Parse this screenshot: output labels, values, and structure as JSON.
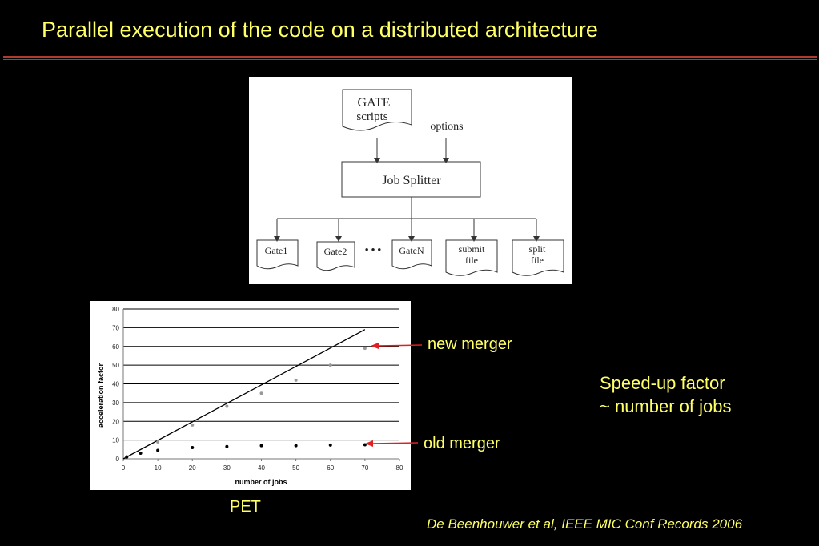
{
  "slide": {
    "title": "Parallel execution of the code on a distributed architecture",
    "speedup_line1": "Speed-up factor",
    "speedup_line2": "~ number of jobs",
    "pet_label": "PET",
    "citation": "De Beenhouwer et al, IEEE MIC Conf Records 2006",
    "new_merger_label": "new merger",
    "old_merger_label": "old merger",
    "accent_color": "#ffff66",
    "rule_color": "#b03a2e"
  },
  "diagram": {
    "gate_scripts_line1": "GATE",
    "gate_scripts_line2": "scripts",
    "options": "options",
    "job_splitter": "Job Splitter",
    "gate1": "Gate1",
    "gate2": "Gate2",
    "ellipsis": "• • •",
    "gaten": "GateN",
    "submit_line1": "submit",
    "submit_line2": "file",
    "split_line1": "split",
    "split_line2": "file"
  },
  "chart_data": {
    "type": "scatter",
    "xlabel": "number of jobs",
    "ylabel": "acceleration factor",
    "xlim": [
      0,
      80
    ],
    "ylim": [
      0,
      80
    ],
    "x_ticks": [
      "0",
      "10",
      "20",
      "30",
      "40",
      "50",
      "60",
      "70",
      "80"
    ],
    "y_ticks": [
      "0",
      "10",
      "20",
      "30",
      "40",
      "50",
      "60",
      "70",
      "80"
    ],
    "grid": "horizontal",
    "series": [
      {
        "name": "new merger",
        "color": "#999999",
        "points": [
          [
            1,
            1
          ],
          [
            10,
            9
          ],
          [
            20,
            18
          ],
          [
            30,
            28
          ],
          [
            40,
            35
          ],
          [
            50,
            42
          ],
          [
            60,
            50
          ],
          [
            70,
            59
          ]
        ]
      },
      {
        "name": "old merger",
        "color": "#000000",
        "points": [
          [
            1,
            1
          ],
          [
            5,
            3
          ],
          [
            10,
            4.5
          ],
          [
            20,
            6
          ],
          [
            30,
            6.5
          ],
          [
            40,
            7
          ],
          [
            50,
            7
          ],
          [
            60,
            7.3
          ],
          [
            70,
            7.5
          ]
        ]
      }
    ],
    "reference_line": [
      [
        0,
        0
      ],
      [
        70,
        69
      ]
    ]
  }
}
